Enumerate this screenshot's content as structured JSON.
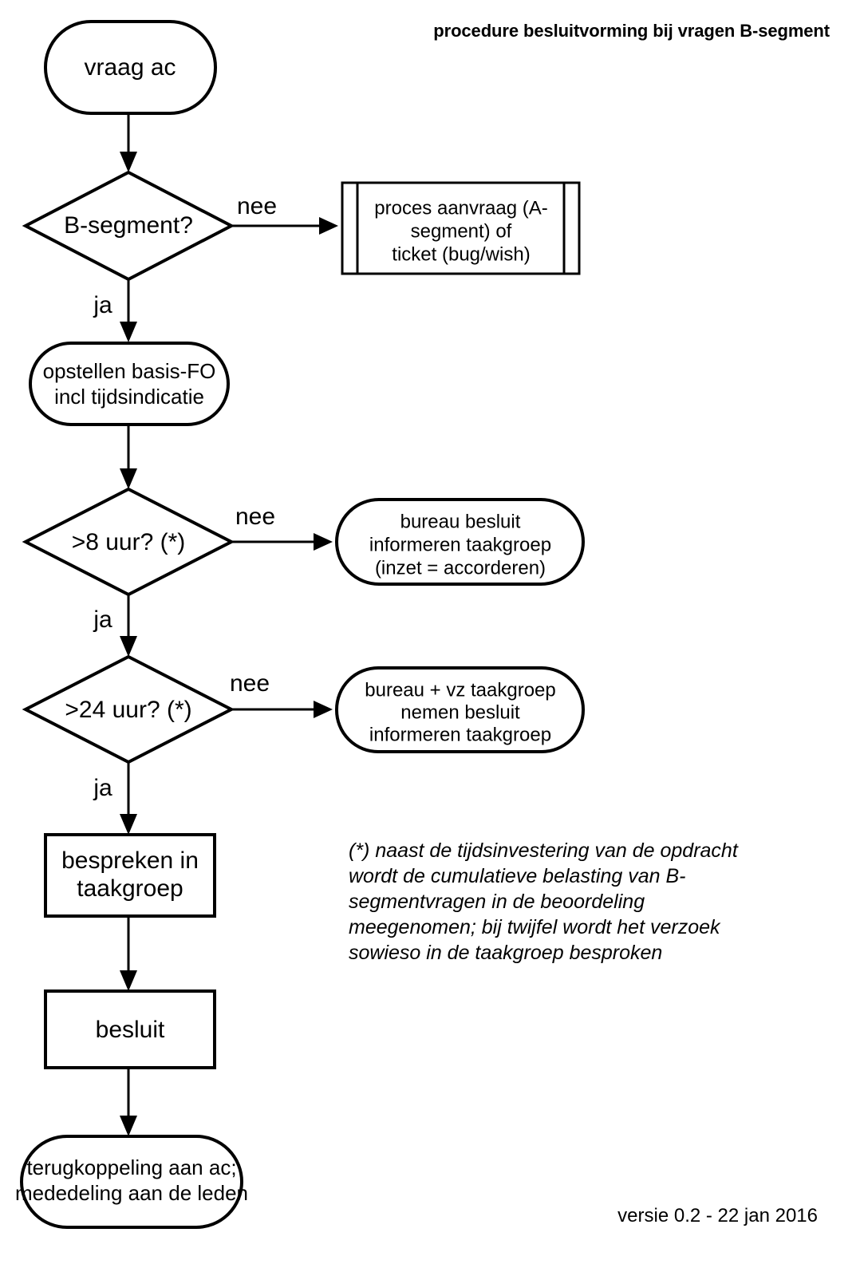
{
  "diagram": {
    "title": "procedure besluitvorming bij vragen B-segment",
    "version": "versie 0.2 - 22 jan 2016",
    "footnote_lines": [
      "(*) naast de tijdsinvestering van de opdracht",
      "wordt de cumulatieve belasting van B-",
      "segmentvragen in de beoordeling",
      "meegenomen; bij twijfel wordt het verzoek",
      "sowieso in de taakgroep besproken"
    ],
    "nodes": {
      "start": {
        "label": "vraag ac",
        "shape": "stadium"
      },
      "decision_bsegment": {
        "label": "B-segment?",
        "shape": "diamond"
      },
      "proces_aanvraag": {
        "shape": "predefined-process",
        "line1": "proces aanvraag (A-",
        "line2": "segment) of",
        "line3": "ticket (bug/wish)"
      },
      "opstellen_fo": {
        "shape": "stadium",
        "line1": "opstellen basis-FO",
        "line2": "incl tijdsindicatie"
      },
      "decision_8uur": {
        "label": ">8 uur? (*)",
        "shape": "diamond"
      },
      "bureau_besluit": {
        "shape": "stadium",
        "line1": "bureau besluit",
        "line2": "informeren taakgroep",
        "line3": "(inzet = accorderen)"
      },
      "decision_24uur": {
        "label": ">24 uur? (*)",
        "shape": "diamond"
      },
      "bureau_vz_taakgroep": {
        "shape": "stadium",
        "line1": "bureau + vz taakgroep",
        "line2": "nemen besluit",
        "line3": "informeren taakgroep"
      },
      "bespreken": {
        "shape": "rectangle",
        "line1": "bespreken in",
        "line2": "taakgroep"
      },
      "besluit": {
        "label": "besluit",
        "shape": "rectangle"
      },
      "terugkoppeling": {
        "shape": "stadium",
        "line1": "terugkoppeling aan ac;",
        "line2": "mededeling aan de leden"
      }
    },
    "edges": {
      "bsegment_nee": "nee",
      "bsegment_ja": "ja",
      "uur8_nee": "nee",
      "uur8_ja": "ja",
      "uur24_nee": "nee",
      "uur24_ja": "ja"
    },
    "colors": {
      "stroke": "#000000",
      "fill": "#ffffff",
      "text": "#000000"
    }
  }
}
